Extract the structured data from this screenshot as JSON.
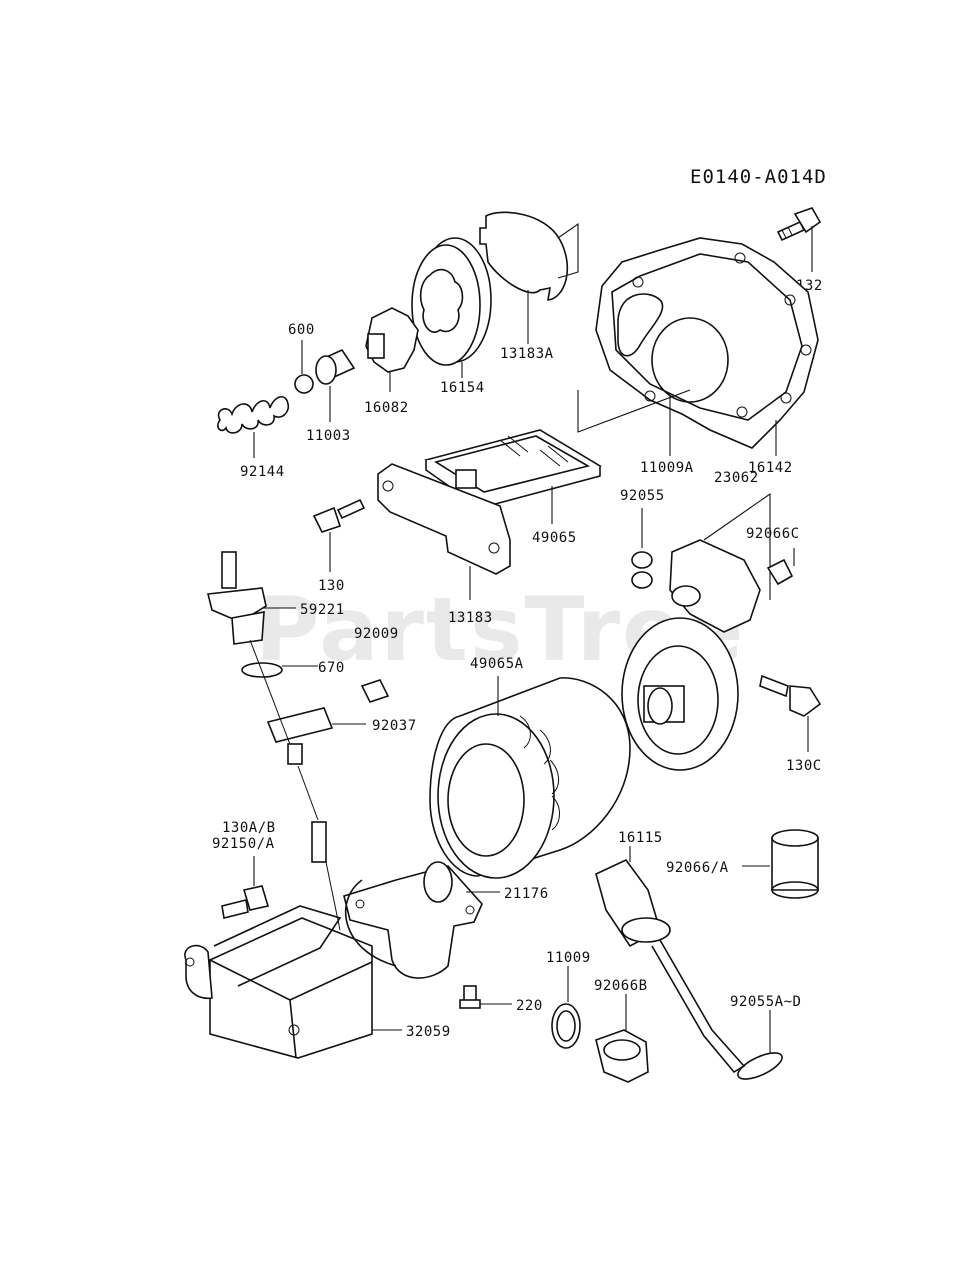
{
  "diagram_code": "E0140-A014D",
  "watermark": "PartsTree",
  "labels": {
    "p132": "132",
    "p13183A": "13183A",
    "p600": "600",
    "p16154": "16154",
    "p11003": "11003",
    "p16082": "16082",
    "p92144": "92144",
    "p11009A": "11009A",
    "p16142": "16142",
    "p92055": "92055",
    "p23062": "23062",
    "p49065": "49065",
    "p92066C": "92066C",
    "p130": "130",
    "p59221": "59221",
    "p13183": "13183",
    "p92009": "92009",
    "p670": "670",
    "p49065A": "49065A",
    "p92037": "92037",
    "p130C": "130C",
    "p16115": "16115",
    "p130AB": "130A/B",
    "p92150A": "92150/A",
    "p92066A": "92066/A",
    "p21176": "21176",
    "p11009": "11009",
    "p220": "220",
    "p92066B": "92066B",
    "p92055AD": "92055A~D",
    "p32059": "32059"
  }
}
